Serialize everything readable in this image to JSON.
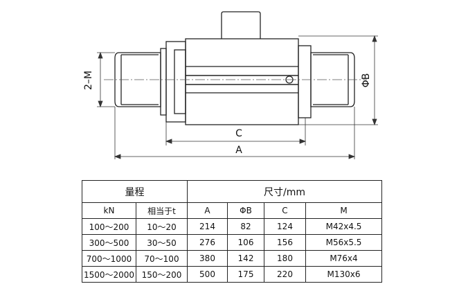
{
  "drawing": {
    "labels": {
      "thread": "2–M",
      "diameter": "ΦB",
      "length_c": "C",
      "length_a": "A"
    }
  },
  "table": {
    "group_range": "量程",
    "group_size": "尺寸/mm",
    "columns": [
      "kN",
      "相当于t",
      "A",
      "ΦB",
      "C",
      "M"
    ],
    "rows": [
      [
        "100～200",
        "10～20",
        "214",
        "82",
        "124",
        "M42x4.5"
      ],
      [
        "300～500",
        "30～50",
        "276",
        "106",
        "156",
        "M56x5.5"
      ],
      [
        "700～1000",
        "70～100",
        "380",
        "142",
        "180",
        "M76x4"
      ],
      [
        "1500～2000",
        "150～200",
        "500",
        "175",
        "220",
        "M130x6"
      ]
    ]
  }
}
